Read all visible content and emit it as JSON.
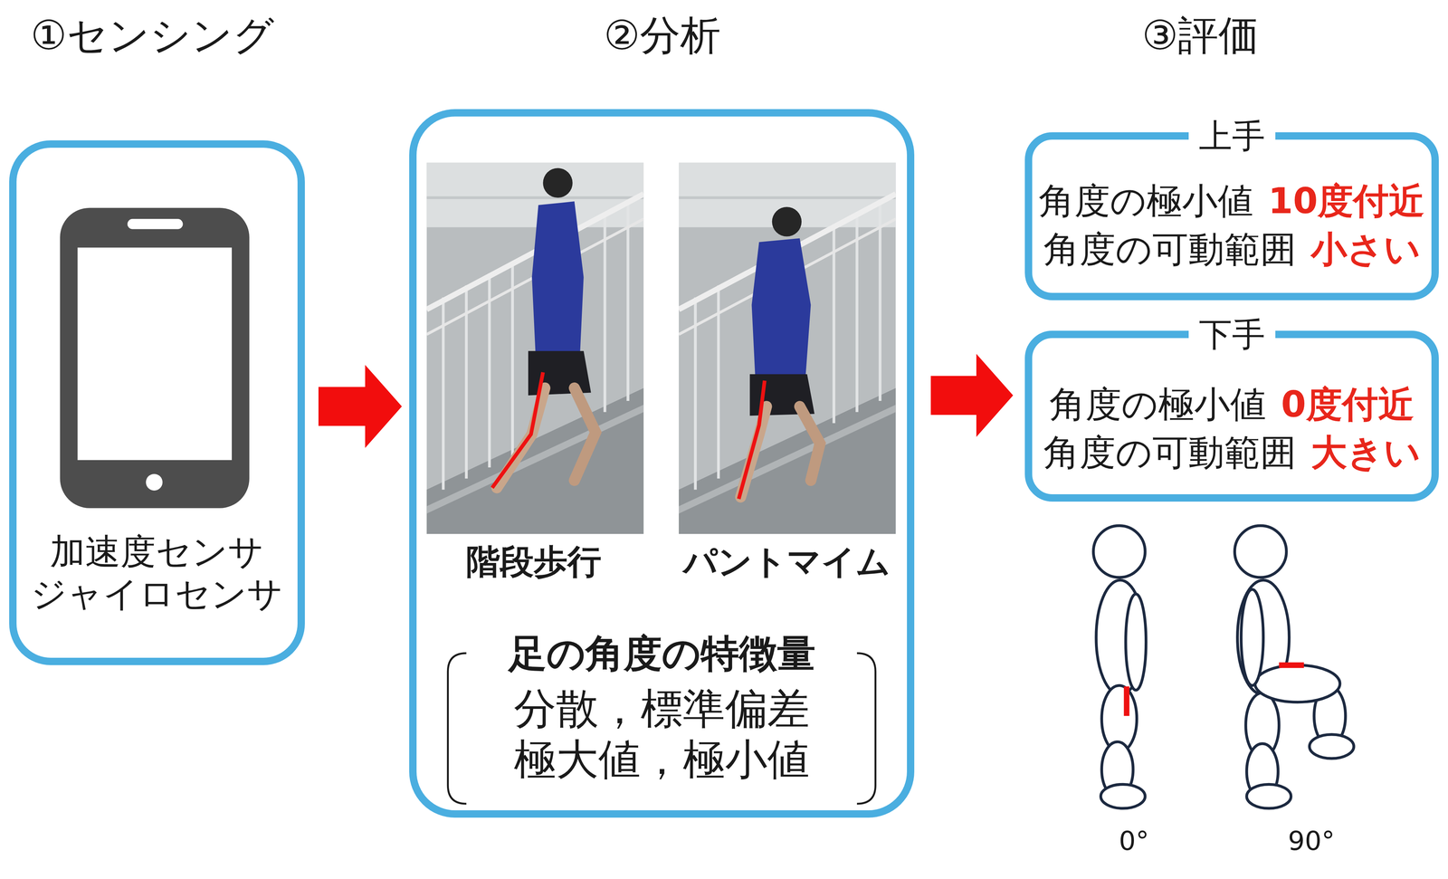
{
  "diagram": {
    "nodes": [
      {
        "text": [
          "加速度センサ ジャイロセンサ"
        ]
      },
      {
        "text": [
          "階段歩行",
          "パントマイム",
          "足の角度の特徴量",
          "分散，標準偏差 極大値，極小値"
        ]
      },
      {
        "text": [
          "上手",
          "角度の極小値",
          "10度付近",
          "角度の可動範囲",
          "小さい"
        ]
      },
      {
        "text": [
          "下手",
          "角度の極小値",
          "0度付近",
          "角度の可動範囲",
          "大きい"
        ]
      }
    ],
    "edges": [
      {
        "from": 0,
        "to": 1,
        "arrow": "to"
      },
      {
        "from": 1,
        "to": 3,
        "arrow": "to"
      }
    ],
    "labels": [
      "①センシング",
      "②分析",
      "③評価",
      "0°",
      "90°"
    ]
  }
}
